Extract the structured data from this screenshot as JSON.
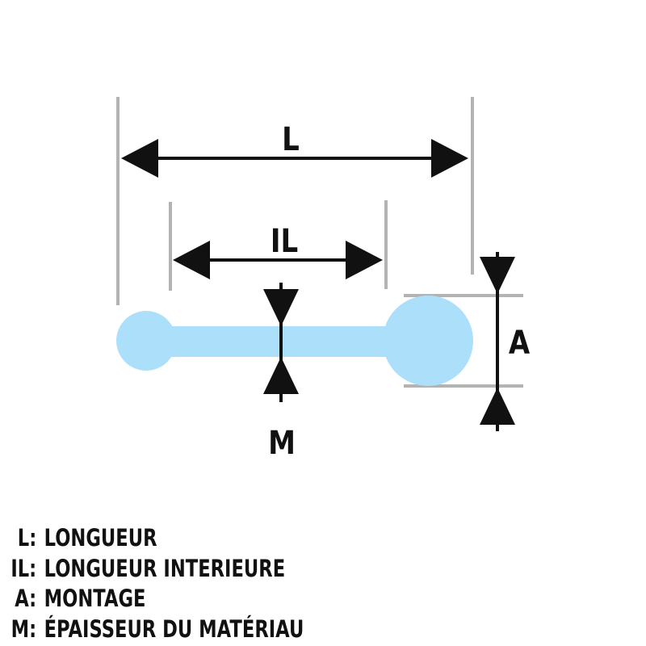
{
  "diagram": {
    "labels": {
      "L": "L",
      "IL": "IL",
      "A": "A",
      "M": "M"
    },
    "colors": {
      "barbell": "#acdffa",
      "extension_lines": "#b3b3b3",
      "arrows": "#111111"
    }
  },
  "legend": [
    {
      "key": "L:",
      "text": "LONGUEUR"
    },
    {
      "key": "IL:",
      "text": "LONGUEUR INTERIEURE"
    },
    {
      "key": "A:",
      "text": "MONTAGE"
    },
    {
      "key": "M:",
      "text": "ÉPAISSEUR DU MATÉRIAU"
    }
  ]
}
